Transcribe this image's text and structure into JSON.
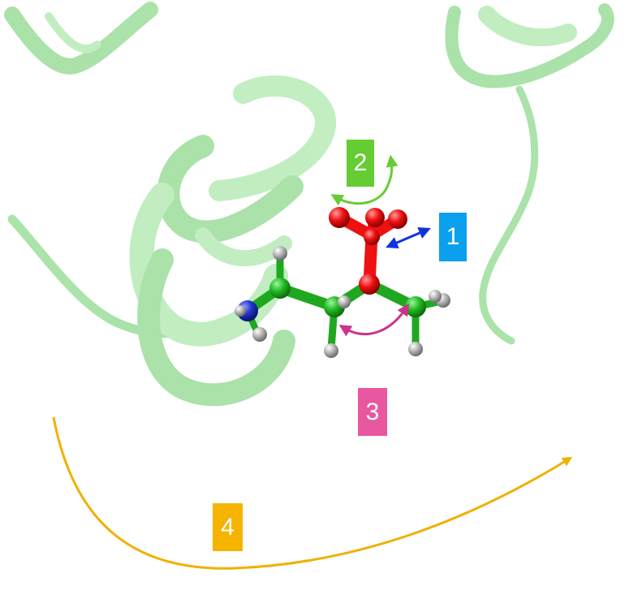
{
  "labels": [
    {
      "id": "1",
      "text": "1",
      "color": "#0aa0ee"
    },
    {
      "id": "2",
      "text": "2",
      "color": "#66cc33"
    },
    {
      "id": "3",
      "text": "3",
      "color": "#e858a0"
    },
    {
      "id": "4",
      "text": "4",
      "color": "#f5b400"
    }
  ],
  "colors": {
    "ribbon": "#8fe08f",
    "ribbon_dark": "#66cc66",
    "carbon": "#22bb22",
    "oxygen": "#ee1111",
    "nitrogen": "#2233cc",
    "hydrogen": "#9a9a9a",
    "arrow_1": "#1133dd",
    "arrow_2": "#66cc33",
    "arrow_3": "#cc3388",
    "arrow_4": "#f0b000"
  }
}
